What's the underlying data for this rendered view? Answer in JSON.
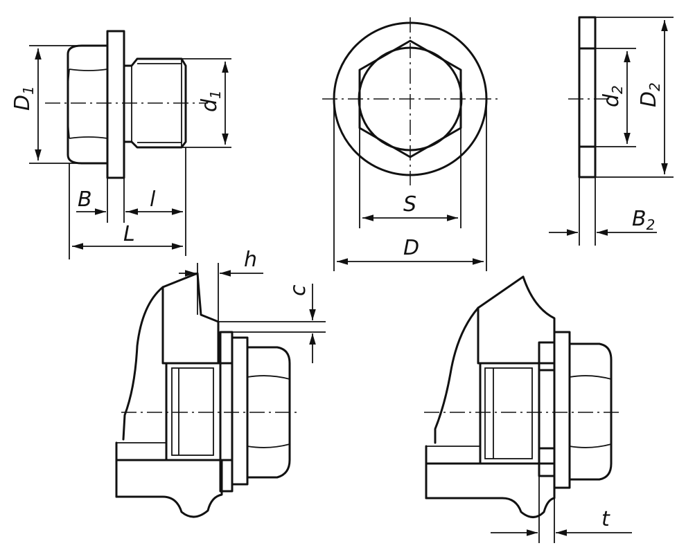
{
  "labels": {
    "D1": {
      "main": "D",
      "sub": "1"
    },
    "d1": {
      "main": "d",
      "sub": "1"
    },
    "B": {
      "main": "B",
      "sub": ""
    },
    "l": {
      "main": "l",
      "sub": ""
    },
    "L": {
      "main": "L",
      "sub": ""
    },
    "S": {
      "main": "S",
      "sub": ""
    },
    "D": {
      "main": "D",
      "sub": ""
    },
    "d2": {
      "main": "d",
      "sub": "2"
    },
    "D2": {
      "main": "D",
      "sub": "2"
    },
    "B2": {
      "main": "B",
      "sub": "2"
    },
    "h": {
      "main": "h",
      "sub": ""
    },
    "c": {
      "main": "c",
      "sub": ""
    },
    "t": {
      "main": "t",
      "sub": ""
    }
  },
  "views": [
    "plug-side-view",
    "plug-end-view",
    "washer-section-view",
    "installation-section-left",
    "installation-section-right"
  ]
}
